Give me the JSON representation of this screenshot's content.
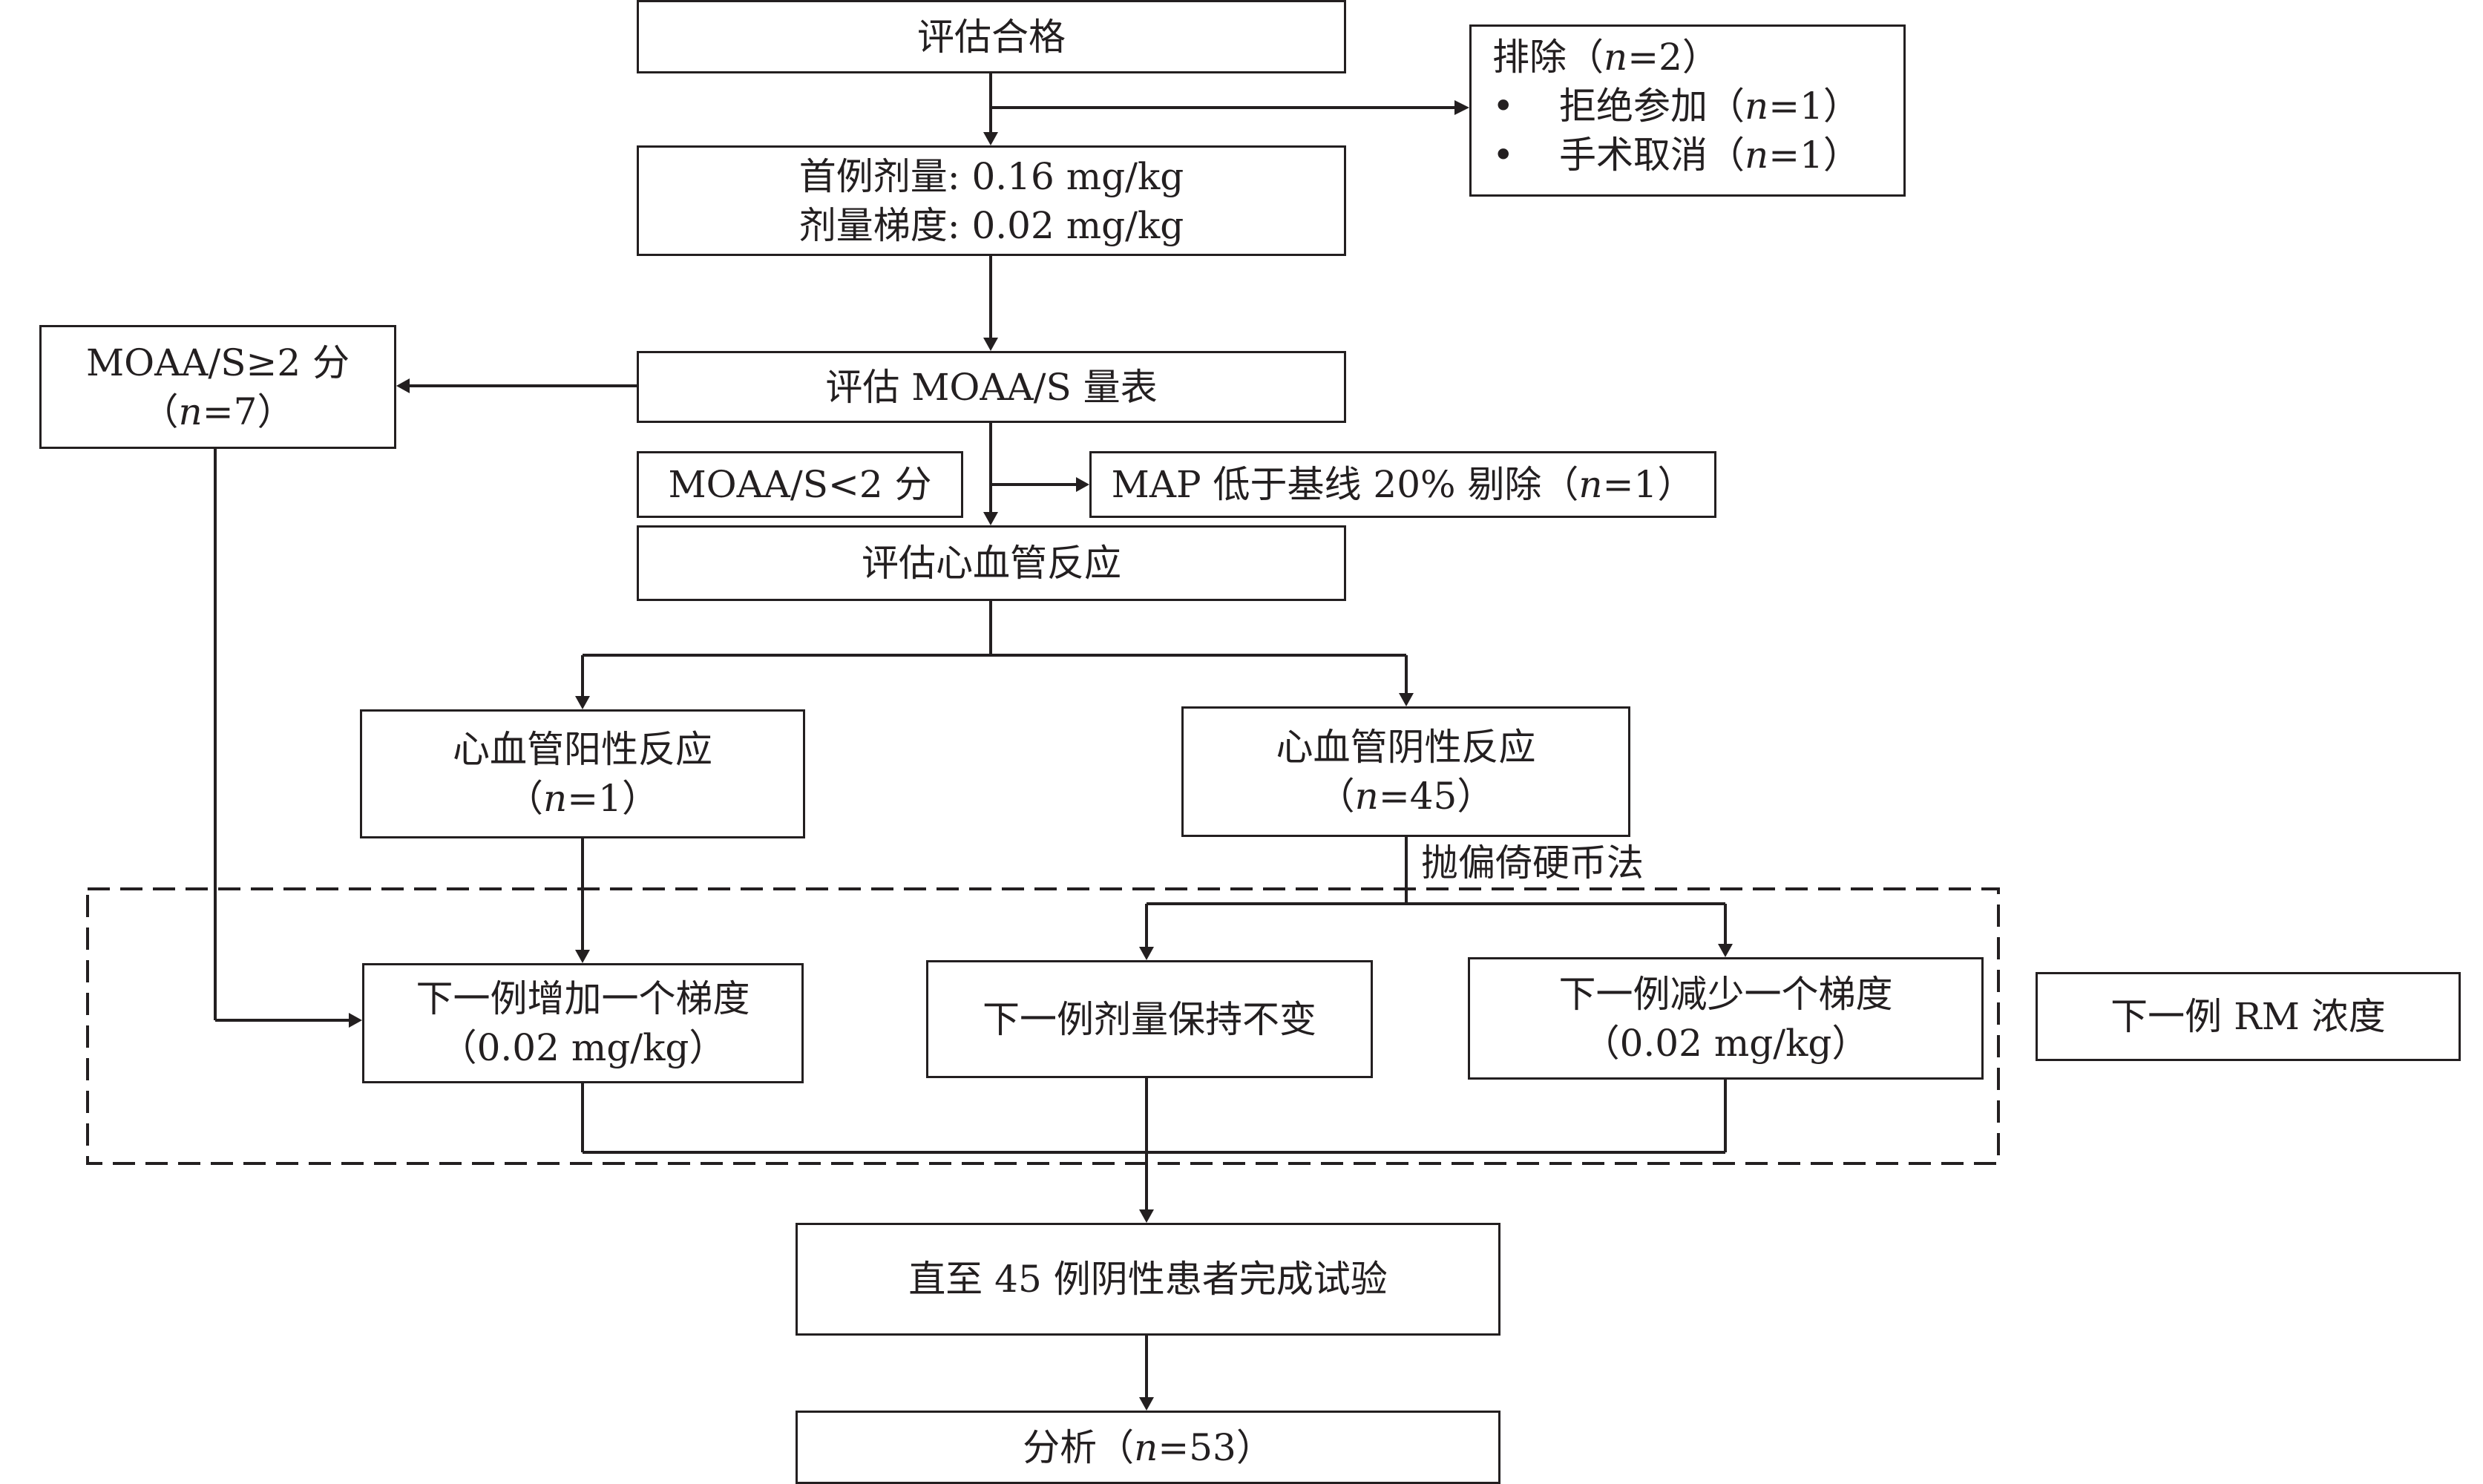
{
  "boxes": {
    "eligible": "评估合格",
    "exclusion": {
      "title_prefix": "排除（",
      "title_n": "n",
      "title_suffix": "=2）",
      "items": [
        {
          "label": "拒绝参加（",
          "n": "n",
          "suffix": "=1）"
        },
        {
          "label": "手术取消（",
          "n": "n",
          "suffix": "=1）"
        }
      ]
    },
    "dose": {
      "line1": "首例剂量: 0.16 mg/kg",
      "line2": "剂量梯度: 0.02 mg/kg"
    },
    "assess_moaas": "评估 MOAA/S 量表",
    "moaas_ge2": {
      "line1": "MOAA/S≥2 分",
      "line2_prefix": "（",
      "n": "n",
      "line2_suffix": "=7）"
    },
    "moaas_lt2": "MOAA/S<2 分",
    "map_drop": {
      "prefix": "MAP 低于基线 20% 剔除（",
      "n": "n",
      "suffix": "=1）"
    },
    "assess_cv": "评估心血管反应",
    "cv_positive": {
      "line1": "心血管阳性反应",
      "line2_prefix": "（",
      "n": "n",
      "line2_suffix": "=1）"
    },
    "cv_negative": {
      "line1": "心血管阴性反应",
      "line2_prefix": "（",
      "n": "n",
      "line2_suffix": "=45）"
    },
    "coin_label": "抛偏倚硬币法",
    "increase": {
      "line1": "下一例增加一个梯度",
      "line2": "（0.02 mg/kg）"
    },
    "keep": "下一例剂量保持不变",
    "decrease": {
      "line1": "下一例减少一个梯度",
      "line2": "（0.02 mg/kg）"
    },
    "rm_concentration": "下一例 RM 浓度",
    "until": "直至 45 例阴性患者完成试验",
    "analysis": {
      "prefix": "分析（",
      "n": "n",
      "suffix": "=53）"
    }
  },
  "bullet_symbol": "•",
  "colors": {
    "stroke": "#231f20",
    "background": "#ffffff"
  }
}
